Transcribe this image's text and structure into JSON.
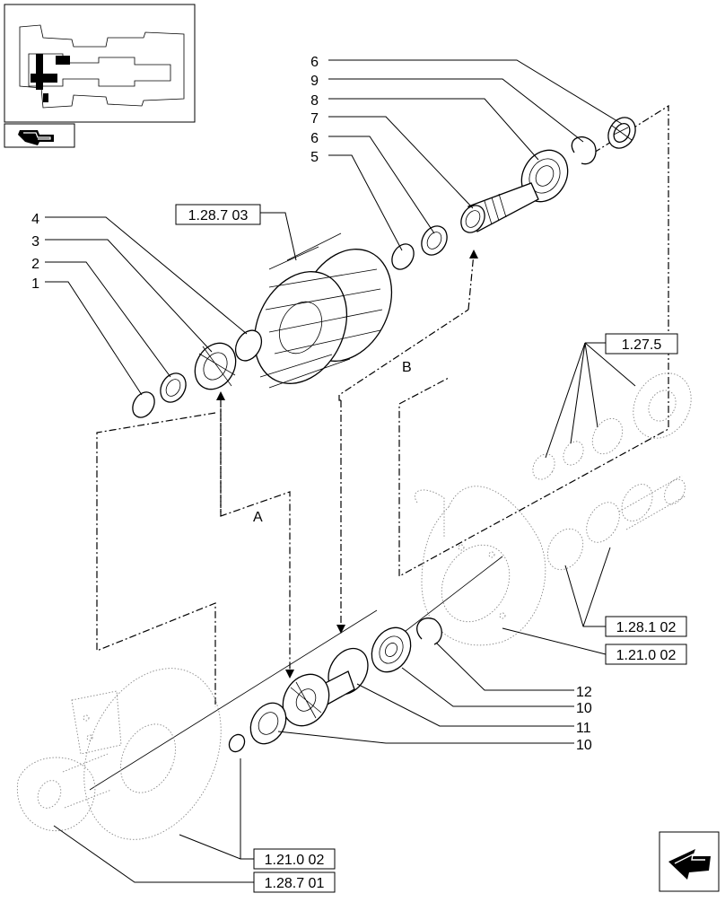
{
  "callouts": {
    "n6a": "6",
    "n9": "9",
    "n8": "8",
    "n7": "7",
    "n6b": "6",
    "n5": "5",
    "n4": "4",
    "n3": "3",
    "n2": "2",
    "n1": "1",
    "n12": "12",
    "n10a": "10",
    "n11": "11",
    "n10b": "10"
  },
  "refs": {
    "r1": "1.28.7 03",
    "r2": "1.27.5",
    "r3": "1.28.1 02",
    "r4": "1.21.0 02",
    "r5": "1.21.0 02",
    "r6": "1.28.7 01"
  },
  "markers": {
    "a": "A",
    "b": "B"
  },
  "icons": {
    "thumbnail": "transmission-thumbnail-icon",
    "nav_back": "back-arrow-icon",
    "nav_next": "next-page-arrow-icon"
  }
}
